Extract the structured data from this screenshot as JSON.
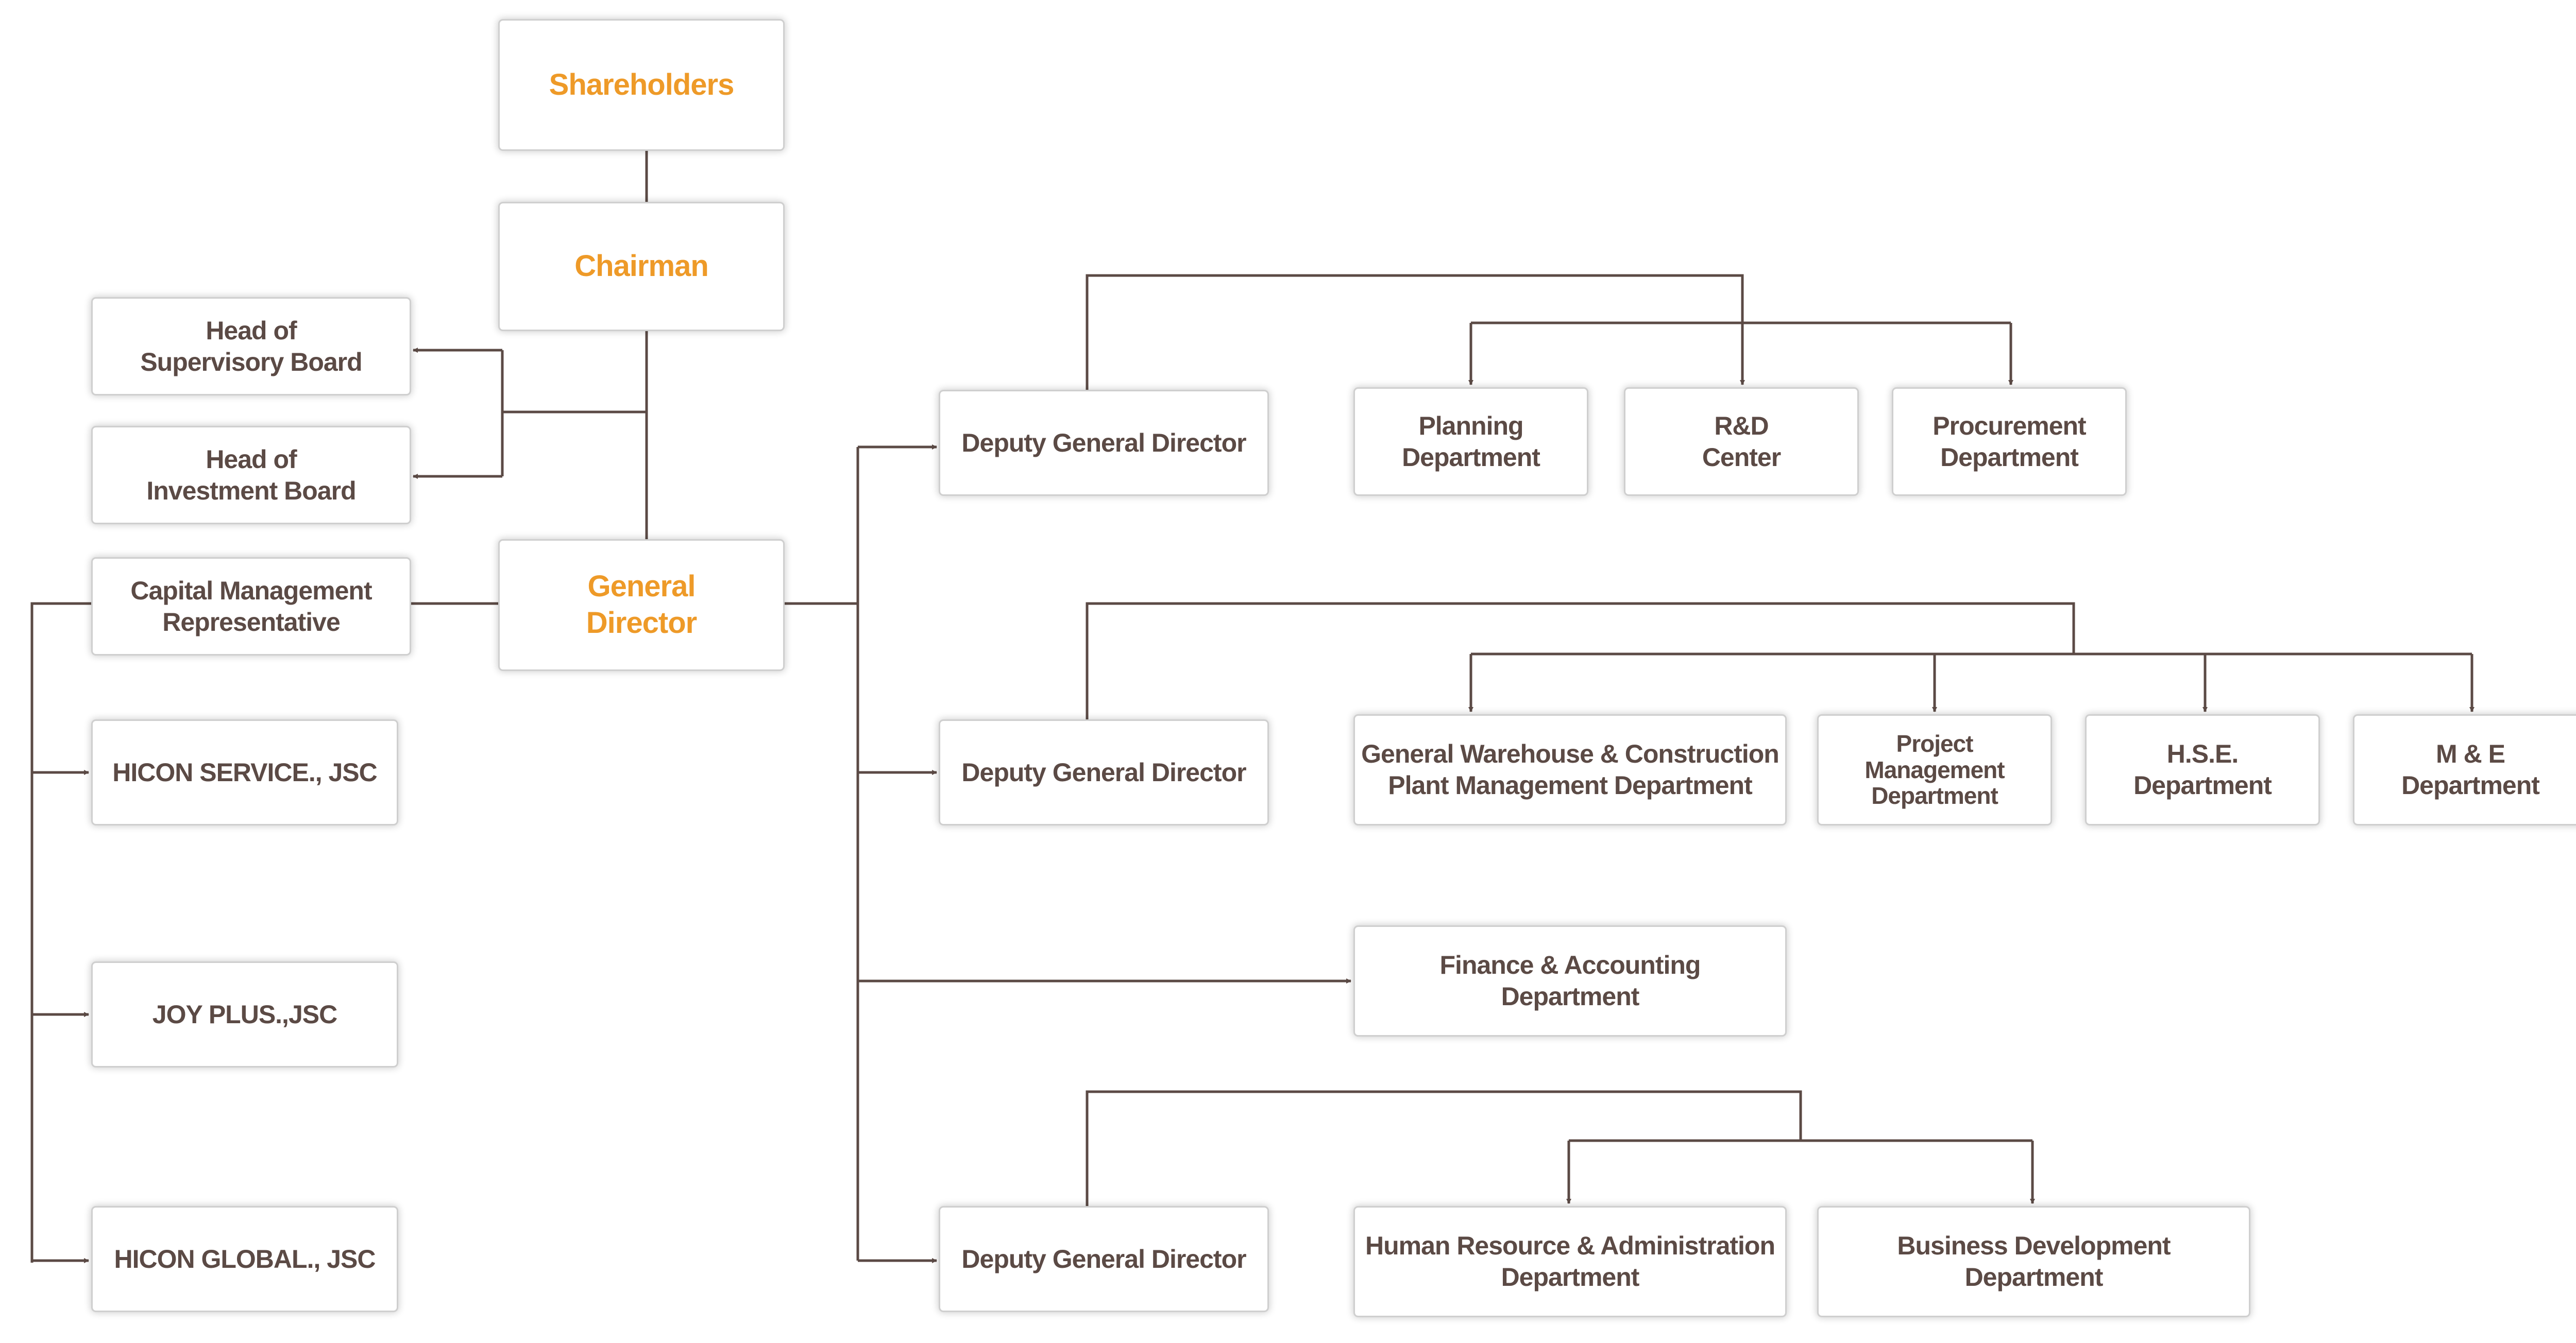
{
  "colors": {
    "line": "#5b4a45",
    "text": "#5b4a45",
    "accent": "#ee9a28"
  },
  "nodes": {
    "shareholders": "Shareholders",
    "chairman": "Chairman",
    "head_supervisory": "Head of\nSupervisory Board",
    "head_investment": "Head of\nInvestment Board",
    "capital_rep": "Capital Management\nRepresentative",
    "general_director": "General\nDirector",
    "hicon_service": "HICON SERVICE., JSC",
    "joy_plus": "JOY PLUS.,JSC",
    "hicon_global": "HICON GLOBAL., JSC",
    "deputy_1": "Deputy General Director",
    "deputy_2": "Deputy General Director",
    "deputy_3": "Deputy General Director",
    "planning": "Planning\nDepartment",
    "rnd": "R&D\nCenter",
    "procurement": "Procurement\nDepartment",
    "warehouse": "General Warehouse & Construction\nPlant Management Department",
    "project_mgmt": "Project\nManagement\nDepartment",
    "hse": "H.S.E.\nDepartment",
    "me": "M & E\nDepartment",
    "finance": "Finance & Accounting\nDepartment",
    "hr": "Human Resource & Administration\nDepartment",
    "bizdev": "Business Development\nDepartment"
  }
}
